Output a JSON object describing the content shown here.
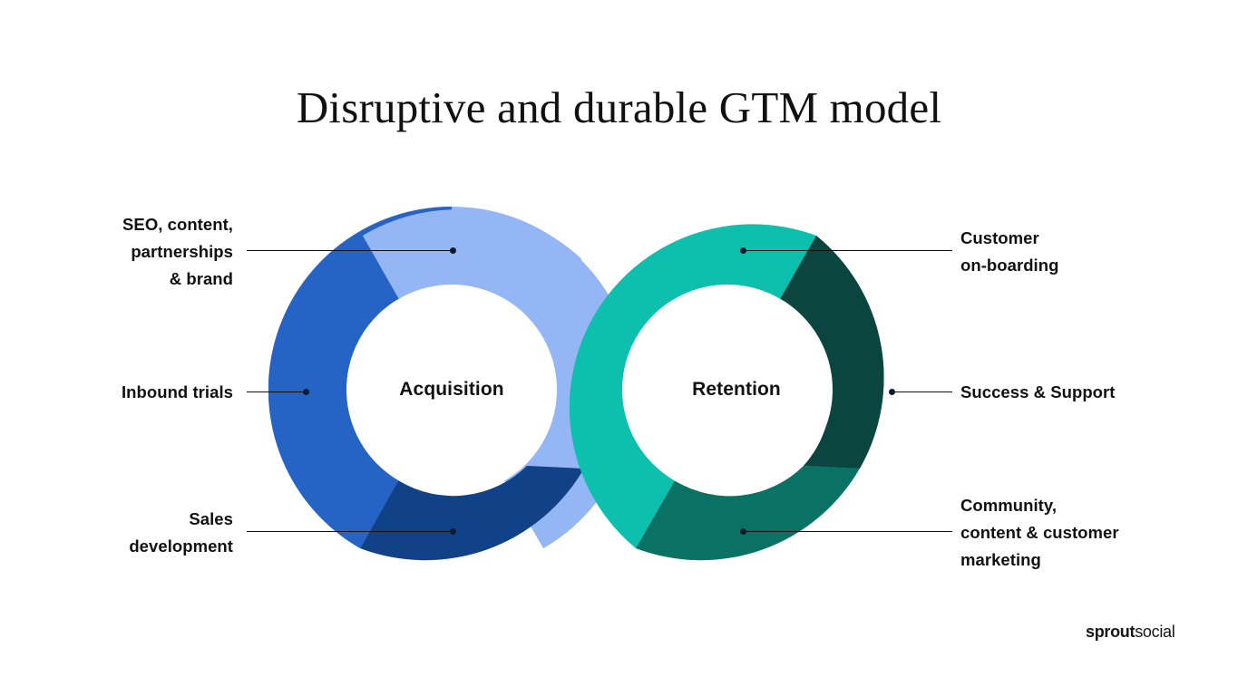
{
  "slide": {
    "title": "Disruptive and durable GTM model",
    "background": "#ffffff"
  },
  "diagram": {
    "type": "infinity-double-donut",
    "rings": [
      {
        "id": "acquisition",
        "center_label": "Acquisition",
        "segments": [
          {
            "name": "seo-content-partnerships-brand",
            "color": "#95b6f5",
            "label_side": "left"
          },
          {
            "name": "inbound-trials",
            "color": "#2563c4",
            "label_side": "left"
          },
          {
            "name": "sales-development",
            "color": "#114186",
            "label_side": "left"
          }
        ]
      },
      {
        "id": "retention",
        "center_label": "Retention",
        "segments": [
          {
            "name": "customer-on-boarding",
            "color": "#0cc0ad",
            "label_side": "right"
          },
          {
            "name": "success-and-support",
            "color": "#0a4540",
            "label_side": "right"
          },
          {
            "name": "community-content-customer-mktg",
            "color": "#0a7264",
            "label_side": "right"
          }
        ]
      }
    ]
  },
  "callouts": {
    "left": [
      {
        "name": "seo-content-partnerships-brand",
        "lines": [
          "SEO, content,",
          "partnerships",
          "& brand"
        ]
      },
      {
        "name": "inbound-trials",
        "lines": [
          "Inbound trials"
        ]
      },
      {
        "name": "sales-development",
        "lines": [
          "Sales",
          "development"
        ]
      }
    ],
    "right": [
      {
        "name": "customer-on-boarding",
        "lines": [
          "Customer",
          "on-boarding"
        ]
      },
      {
        "name": "success-and-support",
        "lines": [
          "Success & Support"
        ]
      },
      {
        "name": "community-content-customer-mktg",
        "lines": [
          "Community,",
          "content & customer",
          "marketing"
        ]
      }
    ]
  },
  "callout_text": {
    "seo_l1": "SEO, content,",
    "seo_l2": "partnerships",
    "seo_l3": "& brand",
    "inbound_l1": "Inbound trials",
    "sales_l1": "Sales",
    "sales_l2": "development",
    "onboard_l1": "Customer",
    "onboard_l2": "on-boarding",
    "success_l1": "Success & Support",
    "community_l1": "Community,",
    "community_l2": "content & customer",
    "community_l3": "marketing"
  },
  "centers": {
    "acquisition": "Acquisition",
    "retention": "Retention"
  },
  "logo": {
    "bold": "sprout",
    "regular": "social"
  },
  "colors": {
    "text": "#111111",
    "light_blue": "#95b6f5",
    "mid_blue": "#2563c4",
    "navy": "#114186",
    "teal": "#0cc0ad",
    "dark_teal": "#0a4540",
    "green_teal": "#0a7264",
    "leader_line": "#111111",
    "leader_dot": "#0d1b2e"
  }
}
